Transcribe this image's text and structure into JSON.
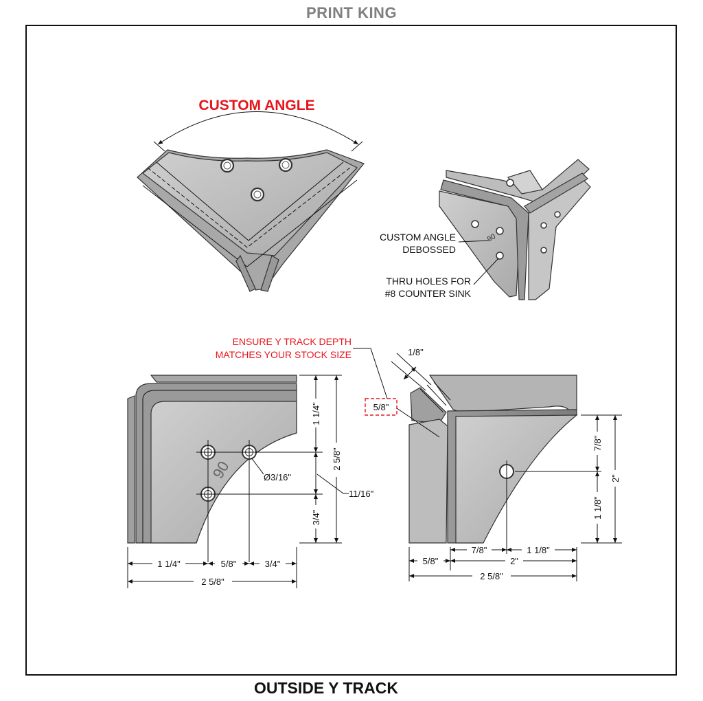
{
  "header": {
    "brand": "PRINT KING"
  },
  "footer": {
    "title": "OUTSIDE Y TRACK"
  },
  "top_view": {
    "callout": "CUSTOM ANGLE"
  },
  "iso_view": {
    "note_debossed_line1": "CUSTOM ANGLE",
    "note_debossed_line2": "DEBOSSED",
    "note_holes_line1": "THRU HOLES FOR",
    "note_holes_line2": "#8 COUNTER SINK"
  },
  "front_view": {
    "emboss": "90",
    "hole_dia": "Ø3/16\"",
    "dim_h_1": "1 1/4\"",
    "dim_h_2": "5/8\"",
    "dim_h_3": "3/4\"",
    "dim_h_total": "2 5/8\"",
    "dim_v_top": "1 1/4\"",
    "dim_v_bottom": "3/4\"",
    "dim_v_total": "2 5/8\"",
    "dim_leader": "11/16\""
  },
  "side_view": {
    "note_line1": "ENSURE Y TRACK DEPTH",
    "note_line2": "MATCHES YOUR STOCK SIZE",
    "dim_depth": "5/8\"",
    "dim_thickness": "1/8\"",
    "dim_h_1": "5/8\"",
    "dim_h_2": "7/8\"",
    "dim_h_3": "1 1/8\"",
    "dim_h_mid": "2\"",
    "dim_h_total": "2 5/8\"",
    "dim_v_top": "7/8\"",
    "dim_v_bottom": "1 1/8\"",
    "dim_v_total": "2\""
  },
  "colors": {
    "accent": "#e8141b",
    "part_fill": "#b8b8b8",
    "part_dark": "#8e8e8e",
    "brand": "#808080"
  }
}
